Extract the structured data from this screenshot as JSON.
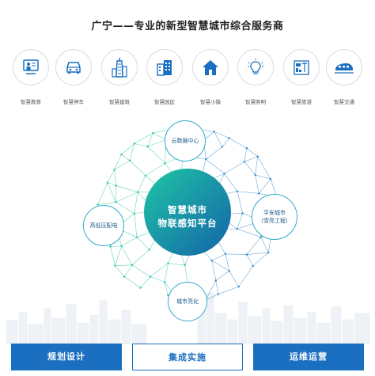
{
  "header": {
    "title": "广宁——专业的新型智慧城市综合服务商"
  },
  "categories": [
    {
      "label": "智慧教育",
      "icon": "teacher-board-icon"
    },
    {
      "label": "智慧停车",
      "icon": "car-icon"
    },
    {
      "label": "智慧建筑",
      "icon": "skyscraper-icon"
    },
    {
      "label": "智慧园区",
      "icon": "office-buildings-icon"
    },
    {
      "label": "智慧小镇",
      "icon": "house-icon"
    },
    {
      "label": "智慧照明",
      "icon": "lightbulb-icon"
    },
    {
      "label": "智慧旅游",
      "icon": "tourism-icon"
    },
    {
      "label": "智慧交通",
      "icon": "train-icon"
    }
  ],
  "diagram": {
    "center_line1": "智慧城市",
    "center_line2": "物联感知平台",
    "nodes": {
      "top": "云数据中心",
      "left": "高低压配电",
      "right_line1": "平安城市",
      "right_line2": "（雪亮工程）",
      "bottom": "城市亮化"
    }
  },
  "actions": {
    "planning": "规划设计",
    "integration": "集成实施",
    "operation": "运维运营"
  },
  "colors": {
    "accent_blue": "#1a6fc0",
    "gradient_start": "#1fc6a6",
    "gradient_end": "#1463a8",
    "node_border": "#33aacc"
  }
}
